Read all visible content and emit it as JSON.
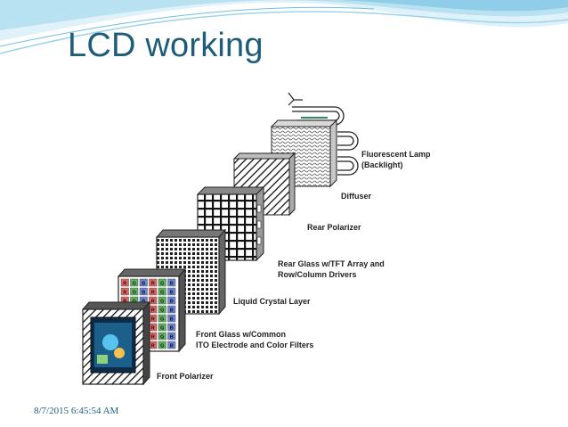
{
  "slide": {
    "title": "LCD working",
    "timestamp": "8/7/2015 6:45:54 AM"
  },
  "diagram": {
    "labels": {
      "lamp_line1": "Fluorescent Lamp",
      "lamp_line2": "(Backlight)",
      "diffuser": "Diffuser",
      "rear_polarizer": "Rear Polarizer",
      "rear_glass_line1": "Rear Glass w/TFT Array and",
      "rear_glass_line2": "Row/Column Drivers",
      "liquid_crystal": "Liquid Crystal Layer",
      "front_glass_line1": "Front Glass w/Common",
      "front_glass_line2": "ITO Electrode and Color Filters",
      "front_polarizer": "Front Polarizer"
    },
    "pixel_letters": [
      "R",
      "G",
      "B"
    ]
  },
  "colors": {
    "title": "#1e5d7a",
    "swoosh_light": "#cfe9f4",
    "swoosh_mid": "#8fcde8",
    "swoosh_dark": "#4aa7d2",
    "red_filter": "#e06666",
    "green_filter": "#5fb35f",
    "blue_filter": "#6d86d9"
  }
}
